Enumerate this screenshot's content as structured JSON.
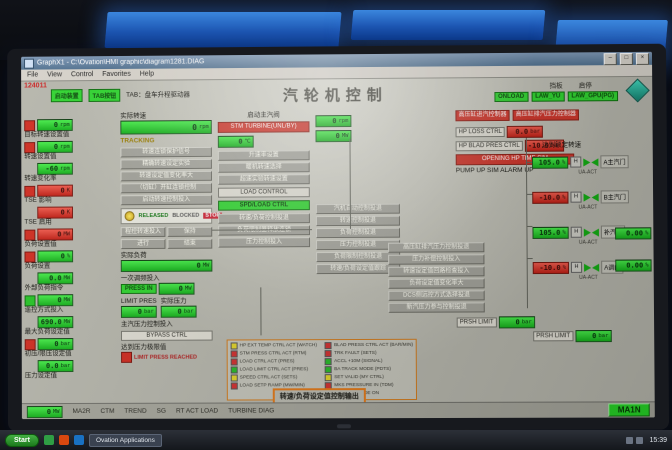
{
  "window": {
    "title": "GraphX1 - C:\\Ovation\\HMI graphic\\diagram1281.DIAG",
    "menus": [
      "File",
      "View",
      "Control",
      "Favorites",
      "Help"
    ],
    "min": "–",
    "max": "□",
    "close": "×"
  },
  "hmi": {
    "code": "124011",
    "start_device": "启动装置",
    "tab_button": "TAB按钮",
    "tab_caption": "TAB：盘车升程驱动器",
    "title": "汽轮机控制",
    "damper_label": "挡板",
    "onoff_label": "启停",
    "top_buttons": [
      "ONLOAD",
      "LAW_YU",
      "LAW_GPU(PG)"
    ]
  },
  "left": {
    "items": [
      {
        "label": "目标转速设置值",
        "value": "0",
        "unit": "rpm",
        "led": "green",
        "mark": "mk-red"
      },
      {
        "label": "转速设置值",
        "value": "0",
        "unit": "rpm",
        "led": "green",
        "mark": "mk-red"
      },
      {
        "label": "转速变化率",
        "value": "-60",
        "unit": "rpm",
        "led": "green",
        "mark": "mk-none"
      },
      {
        "label": "TSE 影响",
        "value": "0",
        "unit": "K",
        "led": "red",
        "mark": "mk-red"
      },
      {
        "label": "TSE 启用",
        "value": "0",
        "unit": "K",
        "led": "red",
        "mark": "mk-none"
      },
      {
        "label": "负荷设置值",
        "value": "0",
        "unit": "MW",
        "led": "red",
        "mark": "mk-red"
      },
      {
        "label": "负荷设置",
        "value": "0",
        "unit": "%",
        "led": "green",
        "mark": "mk-red"
      },
      {
        "label": "外部负荷指令",
        "value": "0.0",
        "unit": "MW",
        "led": "green",
        "mark": "mk-none"
      },
      {
        "label": "遥控方式投入",
        "value": "0",
        "unit": "MW",
        "led": "green",
        "mark": "mk-green"
      },
      {
        "label": "最大负荷设定值",
        "value": "690.0",
        "unit": "MW",
        "led": "green",
        "mark": "mk-none"
      },
      {
        "label": "初压/限压设定值",
        "value": "0",
        "unit": "bar",
        "led": "green",
        "mark": "mk-red"
      },
      {
        "label": "压力设定值",
        "value": "0.0",
        "unit": "bar",
        "led": "green",
        "mark": "mk-none"
      }
    ]
  },
  "mid": {
    "actual_speed_label": "实际转速",
    "actual_speed_value": "0",
    "actual_speed_unit": "rpm",
    "tracking": "TRACKING",
    "lamp_released": "RELEASED",
    "lamp_blocked": "BLOCKED",
    "lamp_stop": "STOP",
    "interlocks": [
      "转速连锁保护信号",
      "精确转速设定实验",
      "转速设定值变化率大",
      "（切缸）开缸连锁控制",
      "启动转速控制投入"
    ],
    "speed_prog": [
      "程控转速投入",
      "保持",
      "进行",
      "结束"
    ],
    "actual_load_label": "实际负荷",
    "actual_load_value": "0",
    "actual_load_unit": "MW",
    "pri_freq_label": "一次调频投入",
    "press_in": "PRESS IN",
    "press_in_value": "0",
    "press_in_unit": "MW",
    "limit_pres_label": "LIMIT PRES",
    "limit_pres_value": "0",
    "limit_pres_unit": "bar",
    "actual_press_label": "实际压力",
    "actual_press_value": "0",
    "actual_press_unit": "bar",
    "main_press_label": "主汽压力控制投入",
    "bypass": "BYPASS CTRL",
    "limit_reached_label": "达到压力极限值",
    "limit_reached_flag": "LIMIT PRESS REACHED",
    "start_valve": "启动主汽阀",
    "stm_strip": "STM TURBINE(UNL/BY)",
    "stm_value": "0",
    "stm_unit": "℃",
    "load_control": "LOAD CONTROL",
    "spd_load": "SPD/LOAD CTRL",
    "chips": [
      {
        "value": "0",
        "unit": "rpm"
      },
      {
        "value": "0",
        "unit": "MW"
      }
    ]
  },
  "lists": {
    "ramp": [
      "升速率设置",
      "暖机转速选择",
      "超速实验转速设置"
    ],
    "load": [
      "转速/负荷控制投退",
      "负荷限制器释放连锁",
      "压力控制投入"
    ],
    "auto": [
      "汽机自动控制投退",
      "转速控制投退",
      "负荷控制投退",
      "压力控制投退",
      "负荷限制控制投退",
      "转速/负荷设定值跟踪"
    ],
    "comp": [
      "高压缸排汽压力控制投退",
      "压力补偿控制投入",
      "转速设定值回路检查投入",
      "负荷设定值变化率大",
      "DCS侧远控方式选择投退",
      "新汽压力参与控制投退"
    ]
  },
  "legend": {
    "left": [
      {
        "cls": "lg-yellow",
        "t": "HP EXT TEMP CTRL ACT (WATCH)"
      },
      {
        "cls": "lg-red",
        "t": "STM PRESS CTRL ACT (RTM)"
      },
      {
        "cls": "lg-red",
        "t": "LOAD CTRL ACT (PRES)"
      },
      {
        "cls": "lg-green",
        "t": "LOAD LIMIT CTRL ACT (PRES)"
      },
      {
        "cls": "lg-yellow",
        "t": "SPEED CTRL ACT (SETS)"
      },
      {
        "cls": "lg-red",
        "t": "LOAD SETP RAMP (MW/MIN)"
      }
    ],
    "right": [
      {
        "cls": "lg-red",
        "t": "BLAD PRESS CTRL ACT (BAR/MIN)"
      },
      {
        "cls": "lg-red",
        "t": "TRK FAULT (SETS)"
      },
      {
        "cls": "lg-green",
        "t": "ACCL +10M (SIGNAL)"
      },
      {
        "cls": "lg-green",
        "t": "BA TRACK MODE (PDTS)"
      },
      {
        "cls": "lg-yellow",
        "t": "SET VALID (MY CTRL)"
      },
      {
        "cls": "lg-red",
        "t": "MKS PRESSURE IN (TDM)"
      },
      {
        "cls": "lg-green",
        "t": "REMOTE MODE ON"
      }
    ]
  },
  "banner": "转速/负荷设定值控制输出",
  "right": {
    "headers": [
      "高压缸进汽控制器",
      "高压缸排汽压力控制器"
    ],
    "hp_loss_label": "HP LOSS CTRL",
    "hp_loss_value": "0.0",
    "hp_loss_unit": "bar",
    "hp_blad_label": "HP BLAD PRES CTRL",
    "hp_blad_value": "-10.0",
    "hp_blad_unit": "bar",
    "opening": "OPENING HP TIME SIM",
    "alarm": "PUMP UP SIM ALARM UP",
    "rated": "达到额定转速",
    "valves": [
      {
        "value": "105.0",
        "unit": "%",
        "led": "green",
        "name": "A主汽门",
        "tag": "H",
        "act": "UA-ACT"
      },
      {
        "value": "-10.0",
        "unit": "%",
        "led": "red",
        "name": "B主汽门",
        "tag": "H",
        "act": "UA-ACT"
      },
      {
        "value": "105.0",
        "unit": "%",
        "led": "green",
        "name": "补汽阀",
        "tag": "H",
        "act": "UA-ACT"
      },
      {
        "value": "-10.0",
        "unit": "%",
        "led": "red",
        "name": "A调门",
        "tag": "H",
        "act": "UA-ACT"
      }
    ],
    "edge": [
      {
        "value": "0.00",
        "unit": "%"
      },
      {
        "value": "0.00",
        "unit": "%"
      }
    ],
    "prsh1_label": "PRSH LIMIT",
    "prsh1_value": "0",
    "prsh1_unit": "bar",
    "prsh2_label": "PRSH LIMIT",
    "prsh2_value": "0",
    "prsh2_unit": "bar"
  },
  "statusbar": {
    "led_value": "0",
    "led_unit": "MW",
    "items": [
      "MA2R",
      "CTM",
      "TREND",
      "SG",
      "RT ACT LOAD",
      "TURBINE DIAG"
    ],
    "main": "MA1N"
  },
  "taskbar": {
    "start": "Start",
    "task": "Ovation Applications",
    "clock": "15:39"
  }
}
